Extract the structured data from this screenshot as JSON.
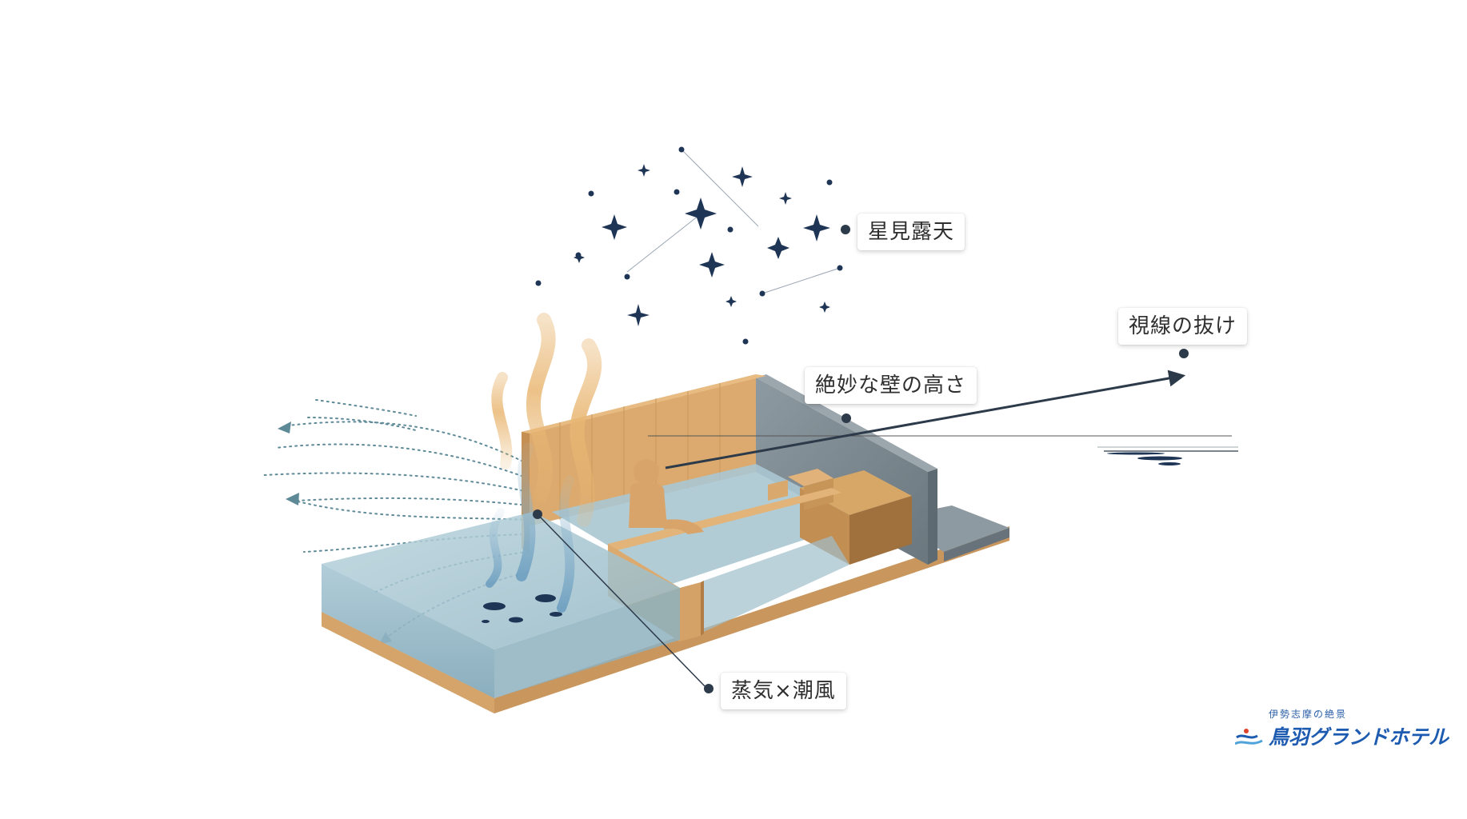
{
  "labels": {
    "stars": "星見露天",
    "view": "視線の抜け",
    "wall": "絶妙な壁の高さ",
    "steam": "蒸気×潮風"
  },
  "logo": {
    "subtitle": "伊勢志摩の絶景",
    "name": "鳥羽グランドホテル"
  },
  "colors": {
    "star": "#1e3556",
    "wood": "#d9a56a",
    "wood_dark": "#b9874e",
    "water": "#8fb4c6",
    "stone": "#7f8c94",
    "steam_warm": "#e9b773",
    "steam_cool": "#7ea7c3",
    "wind": "#5e8a98",
    "arrow": "#2d3a4a",
    "logo_blue": "#1d5bb0"
  }
}
